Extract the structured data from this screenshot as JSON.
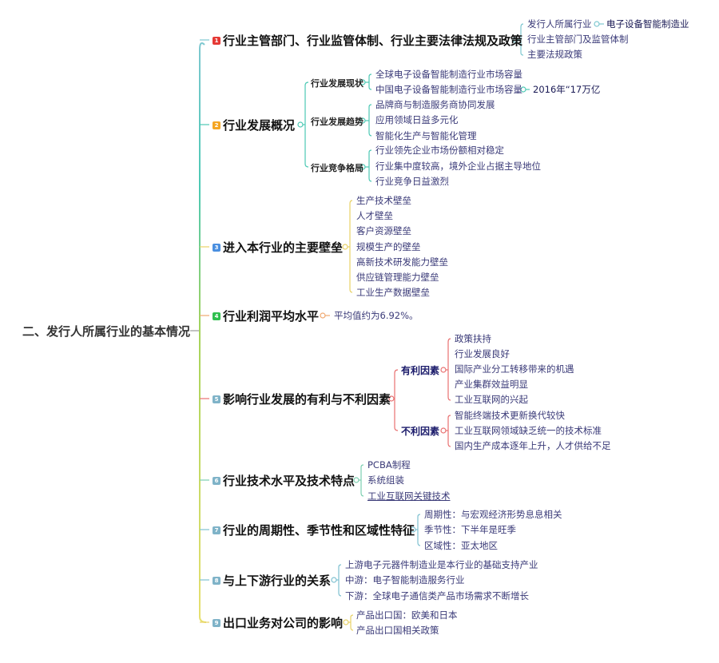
{
  "root": {
    "label": "二、发行人所属行业的基本情况"
  },
  "colors": {
    "branch1": "#7ec8d0",
    "branch2": "#4cc9b4",
    "branch3": "#e8d266",
    "branch4": "#f0a870",
    "branch5": "#e87070",
    "branch6": "#7ccfb0",
    "branch7": "#7ec0d0",
    "branch8": "#7ec0d0",
    "branch9": "#e8d266",
    "spine": "#a6d45a",
    "badge1": "#e53935",
    "badge2": "#f5a623",
    "badge3": "#4a8fe0",
    "badge4": "#2fbf4f",
    "badge5to9": "#7fb3c8"
  },
  "branches": [
    {
      "badge": "1",
      "label": "行业主管部门、行业监管体制、行业主要法律法规及政策",
      "children": [
        {
          "label": "发行人所属行业",
          "child": "电子设备智能制造业"
        },
        {
          "label": "行业主管部门及监管体制"
        },
        {
          "label": "主要法规政策"
        }
      ]
    },
    {
      "badge": "2",
      "label": "行业发展概况",
      "groups": [
        {
          "label": "行业发展现状",
          "items": [
            {
              "label": "全球电子设备智能制造行业市场容量"
            },
            {
              "label": "中国电子设备智能制造行业市场容量",
              "child": "2016年“17万亿"
            }
          ]
        },
        {
          "label": "行业发展趋势",
          "items": [
            {
              "label": "品牌商与制造服务商协同发展"
            },
            {
              "label": "应用领域日益多元化"
            },
            {
              "label": "智能化生产与智能化管理"
            }
          ]
        },
        {
          "label": "行业竞争格局",
          "items": [
            {
              "label": "行业领先企业市场份额相对稳定"
            },
            {
              "label": "行业集中度较高，境外企业占据主导地位"
            },
            {
              "label": "行业竞争日益激烈"
            }
          ]
        }
      ]
    },
    {
      "badge": "3",
      "label": "进入本行业的主要壁垒",
      "children": [
        {
          "label": "生产技术壁垒"
        },
        {
          "label": "人才壁垒"
        },
        {
          "label": "客户资源壁垒"
        },
        {
          "label": "规模生产的壁垒"
        },
        {
          "label": "高新技术研发能力壁垒"
        },
        {
          "label": "供应链管理能力壁垒"
        },
        {
          "label": "工业生产数据壁垒"
        }
      ]
    },
    {
      "badge": "4",
      "label": "行业利润平均水平",
      "children": [
        {
          "label": "平均值约为6.92%。"
        }
      ]
    },
    {
      "badge": "5",
      "label": "影响行业发展的有利与不利因素",
      "groups": [
        {
          "label": "有利因素",
          "items": [
            {
              "label": "政策扶持"
            },
            {
              "label": "行业发展良好"
            },
            {
              "label": "国际产业分工转移带来的机遇"
            },
            {
              "label": "产业集群效益明显"
            },
            {
              "label": "工业互联网的兴起"
            }
          ]
        },
        {
          "label": "不利因素",
          "items": [
            {
              "label": "智能终端技术更新换代较快"
            },
            {
              "label": "工业互联网领域缺乏统一的技术标准"
            },
            {
              "label": "国内生产成本逐年上升，人才供给不足"
            }
          ]
        }
      ]
    },
    {
      "badge": "6",
      "label": "行业技术水平及技术特点",
      "children": [
        {
          "label": "PCBA制程"
        },
        {
          "label": "系统组装"
        },
        {
          "label": "工业互联网关键技术"
        }
      ]
    },
    {
      "badge": "7",
      "label": "行业的周期性、季节性和区域性特征",
      "children": [
        {
          "label": "周期性：与宏观经济形势息息相关"
        },
        {
          "label": "季节性：下半年是旺季"
        },
        {
          "label": "区域性：亚太地区"
        }
      ]
    },
    {
      "badge": "8",
      "label": "与上下游行业的关系",
      "children": [
        {
          "label": "上游电子元器件制造业是本行业的基础支持产业"
        },
        {
          "label": "中游：电子智能制造服务行业"
        },
        {
          "label": "下游：全球电子通信类产品市场需求不断增长"
        }
      ]
    },
    {
      "badge": "9",
      "label": "出口业务对公司的影响",
      "children": [
        {
          "label": "产品出口国：欧美和日本"
        },
        {
          "label": "产品出口国相关政策"
        }
      ]
    }
  ]
}
